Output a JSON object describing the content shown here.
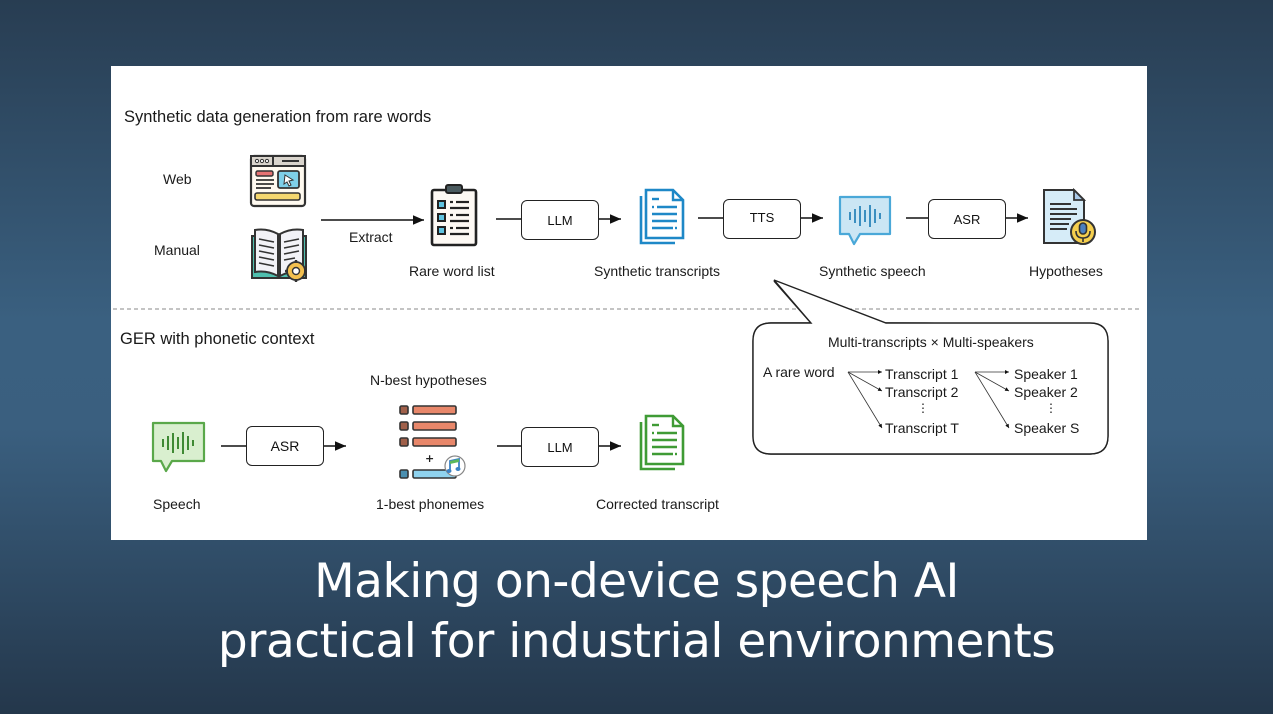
{
  "slide": {
    "title_line1": "Making on-device speech AI",
    "title_line2": "practical for industrial environments",
    "colors": {
      "background_top": "#283d52",
      "background_mid": "#3a6080",
      "panel": "#ffffff",
      "blue_accent": "#1e88c7",
      "green_accent": "#3f9b35",
      "orange_bar": "#e8876a",
      "yellow": "#f5d76e"
    }
  },
  "top_section": {
    "title": "Synthetic data generation from rare words",
    "sources": [
      {
        "label": "Web",
        "icon": "web-browser-icon"
      },
      {
        "label": "Manual",
        "icon": "manual-book-icon"
      }
    ],
    "extract_label": "Extract",
    "rare_word_list_label": "Rare word list",
    "llm_label": "LLM",
    "synthetic_transcripts_label": "Synthetic transcripts",
    "tts_label": "TTS",
    "synthetic_speech_label": "Synthetic speech",
    "asr_label": "ASR",
    "hypotheses_label": "Hypotheses"
  },
  "callout": {
    "title": "Multi-transcripts × Multi-speakers",
    "source": "A rare word",
    "transcripts": [
      "Transcript 1",
      "Transcript 2",
      "⋮",
      "Transcript T"
    ],
    "speakers": [
      "Speaker 1",
      "Speaker 2",
      "⋮",
      "Speaker S"
    ]
  },
  "bottom_section": {
    "title": "GER with phonetic context",
    "speech_label": "Speech",
    "asr_label": "ASR",
    "nbest_label": "N-best hypotheses",
    "plus": "+",
    "phonemes_label": "1-best phonemes",
    "llm_label": "LLM",
    "corrected_label": "Corrected transcript"
  }
}
